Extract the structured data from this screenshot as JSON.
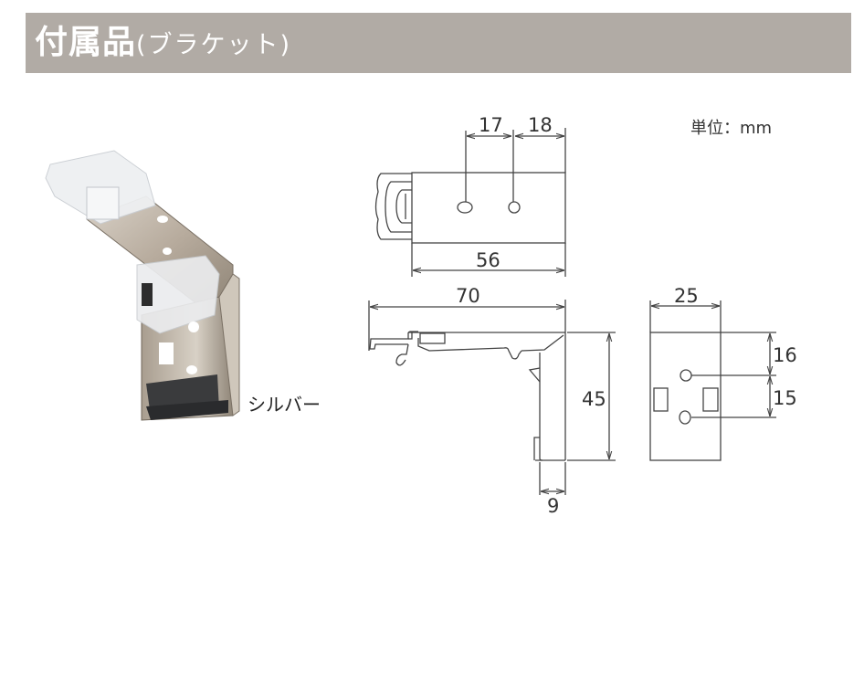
{
  "header": {
    "title": "付属品",
    "subtitle": "(ブラケット)",
    "background_color": "#b1aba5",
    "text_color": "#ffffff"
  },
  "unit": "単位：mm",
  "product_photo": {
    "description": "bracket-photo",
    "color_label": "シルバー"
  },
  "top_view": {
    "dimensions": {
      "hole_spacing": "17",
      "hole_to_edge": "18",
      "depth": "56"
    }
  },
  "side_view": {
    "dimensions": {
      "length": "70",
      "height": "45",
      "thickness": "9"
    }
  },
  "front_view": {
    "dimensions": {
      "width": "25",
      "top_to_hole1": "16",
      "hole1_to_hole2": "15"
    }
  }
}
